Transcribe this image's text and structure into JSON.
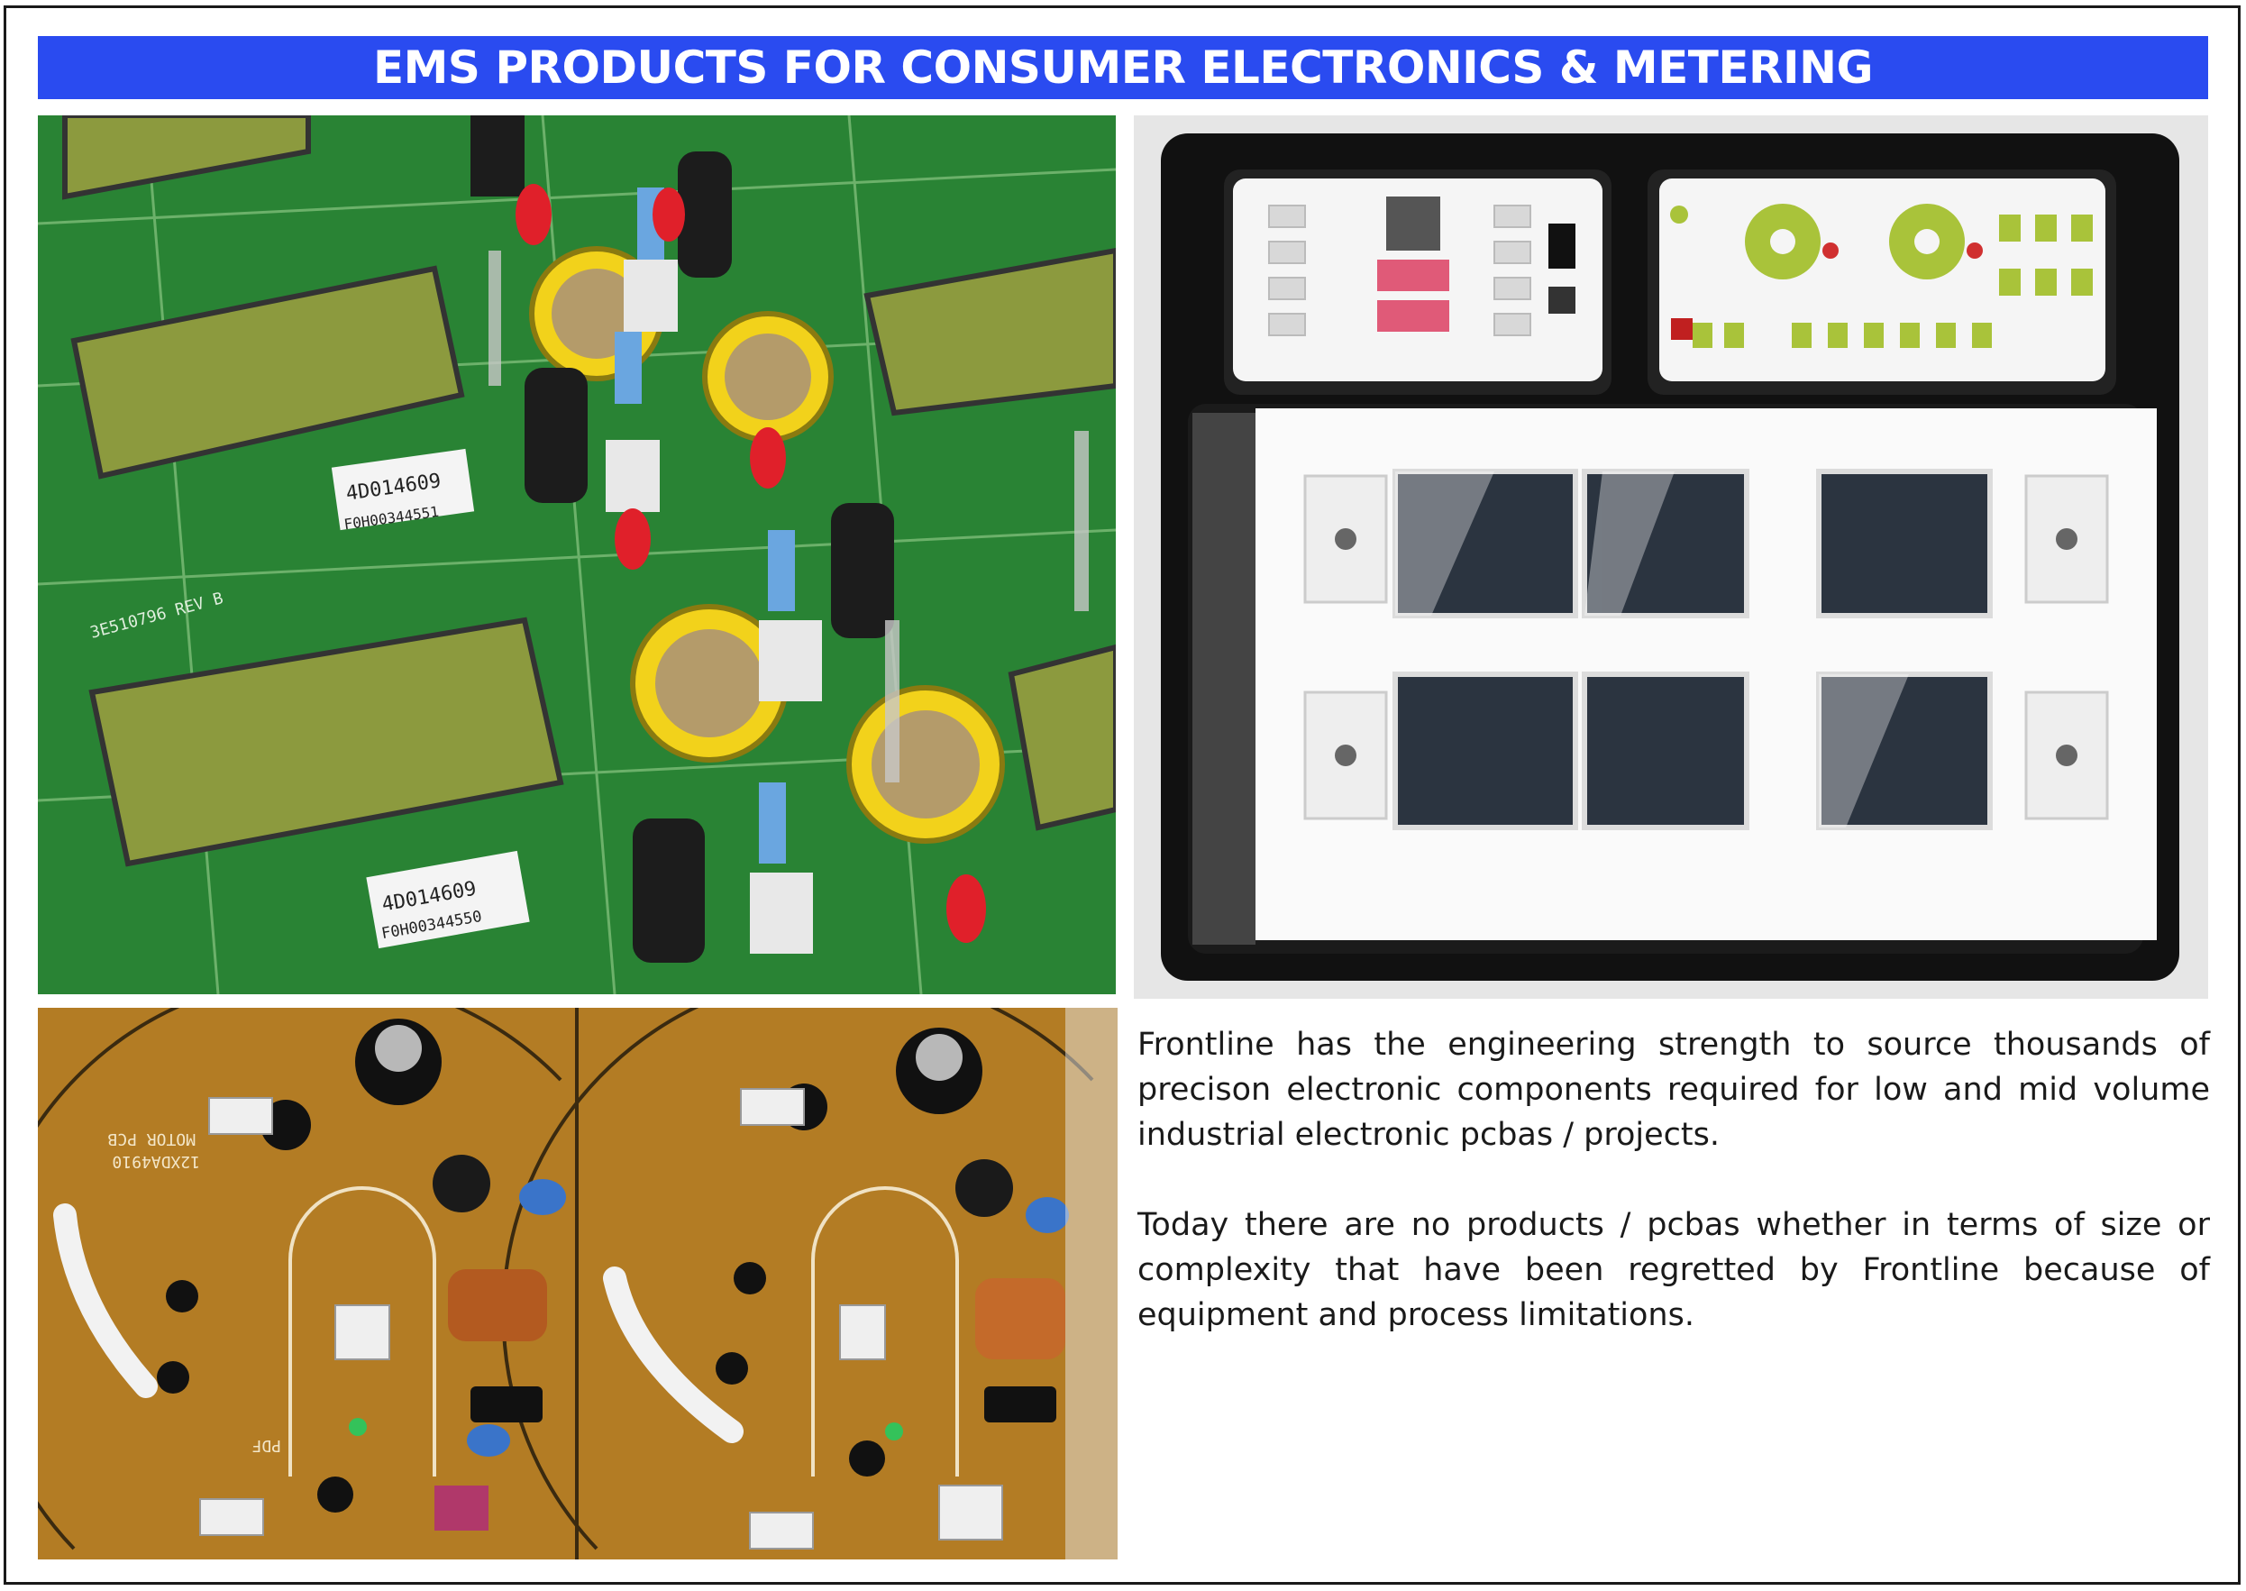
{
  "page": {
    "title": "EMS PRODUCTS FOR CONSUMER ELECTRONICS & METERING",
    "accent_color": "#2a4bf0"
  },
  "photos": {
    "lcd_boards": {
      "label_1": "4D014609",
      "label_2": "F0H00344551",
      "label_3": "4D014609",
      "label_4": "F0H00344550",
      "rev": "3E510796 REV B"
    },
    "switch_kit": {},
    "motor_pcb": {
      "label_1": "MOTOR PCB",
      "label_2": "12XDA4910",
      "label_3": "PDF"
    }
  },
  "body": {
    "paragraphs": [
      "Frontline has the engineering strength to source thousands of precison electronic components required for low and mid volume industrial electronic pcbas / projects.",
      "Today there are no products / pcbas whether in terms of size or complexity that have been regretted by Frontline because of equipment and process limitations."
    ]
  }
}
